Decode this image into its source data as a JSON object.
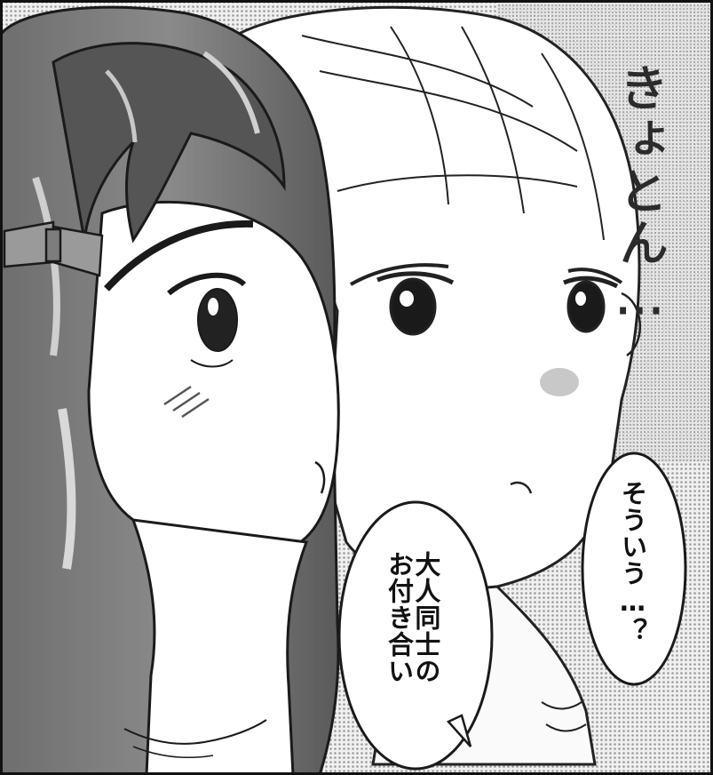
{
  "sound_effect": "きょとん…",
  "speech_bubbles": [
    {
      "text": "そういう…？"
    },
    {
      "lines": [
        "大人同士の",
        "お付き合い"
      ]
    }
  ]
}
